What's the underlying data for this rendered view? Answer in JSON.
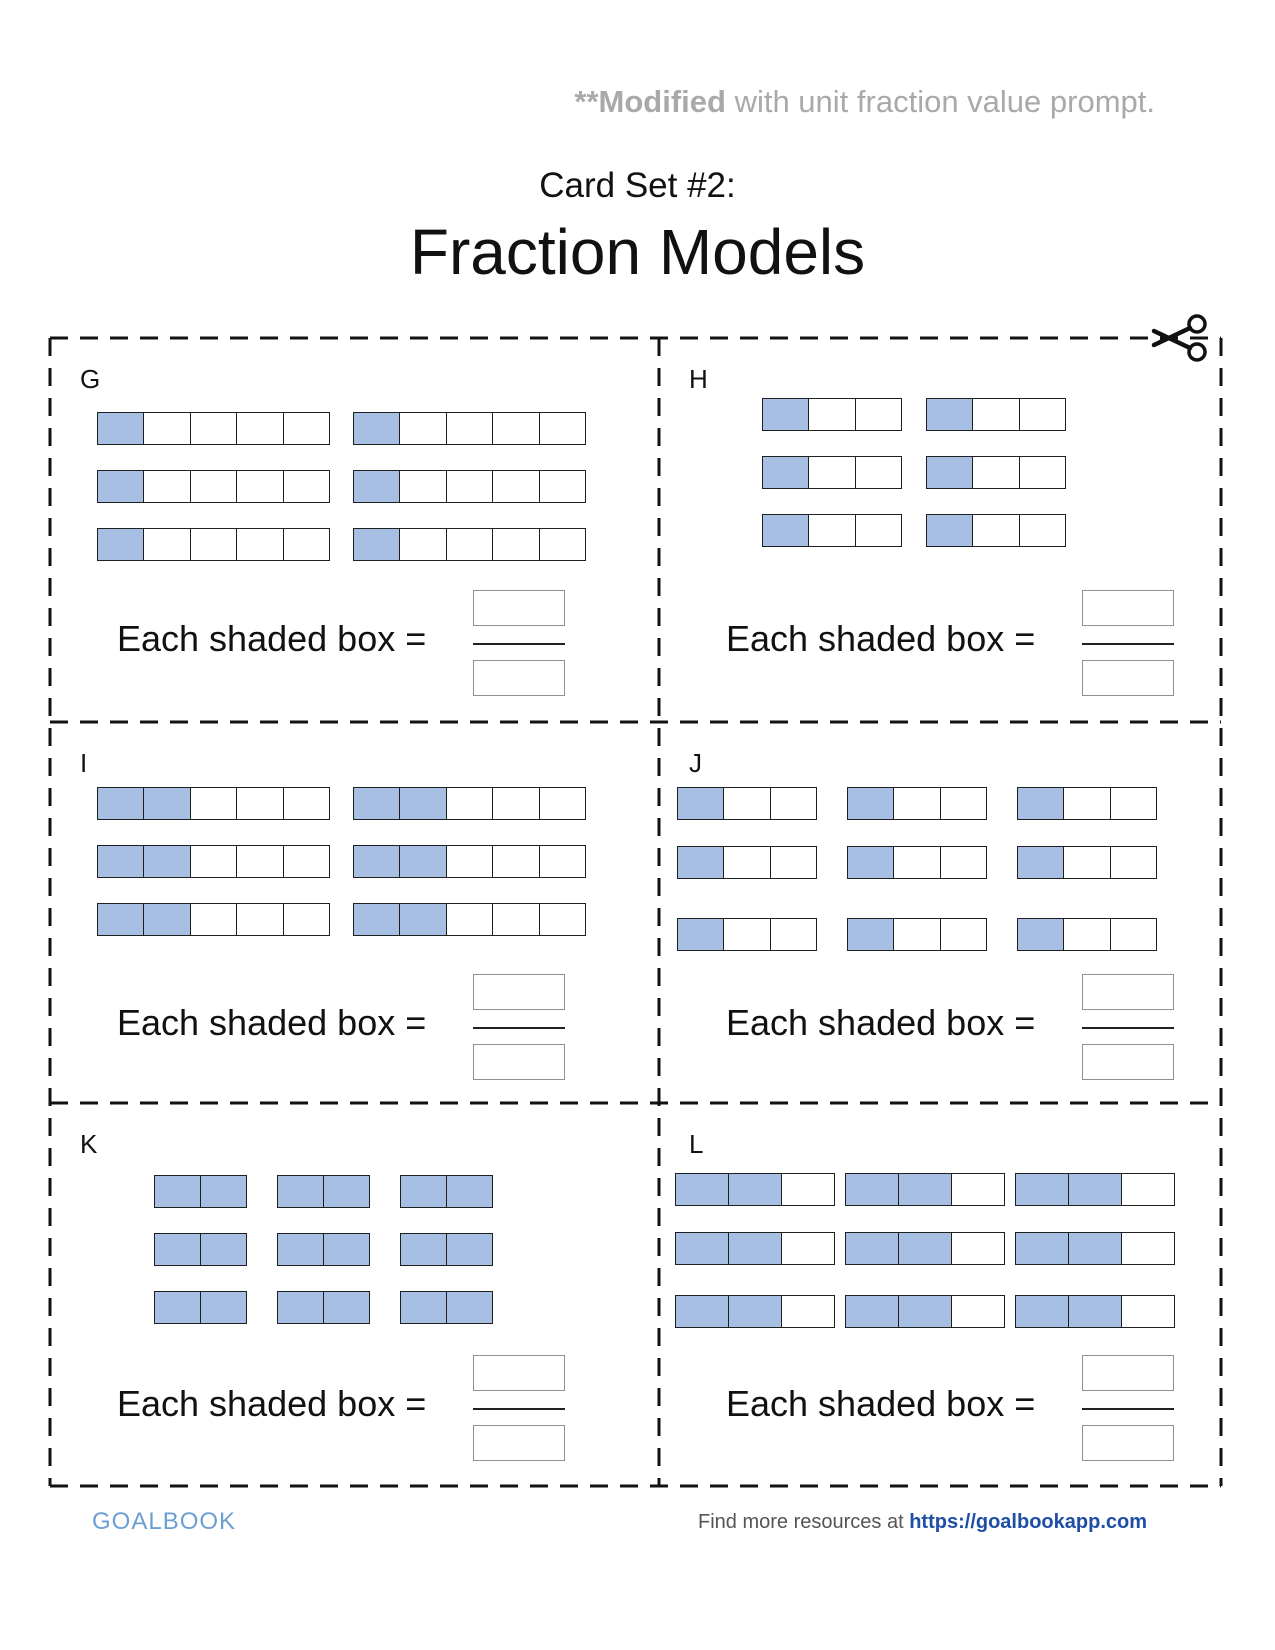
{
  "header": {
    "note_bold": "**Modified",
    "note_rest": " with unit fraction value prompt.",
    "subtitle": "Card Set #2:",
    "title": "Fraction Models"
  },
  "colors": {
    "shaded": "#a7bfe2",
    "border": "#1f1f1f",
    "note": "#a9a9a9",
    "link": "#1f4ea6",
    "logo": "#6b9fd4"
  },
  "icons": {
    "cut_mark": "scissors-icon"
  },
  "answer_prompt": "Each shaded box =",
  "cards": [
    {
      "letter": "G",
      "strip_groups": [
        {
          "count": 6,
          "cells": 5,
          "shaded": 1
        }
      ]
    },
    {
      "letter": "H",
      "strip_groups": [
        {
          "count": 6,
          "cells": 3,
          "shaded": 1
        }
      ]
    },
    {
      "letter": "I",
      "strip_groups": [
        {
          "count": 6,
          "cells": 5,
          "shaded": 2
        }
      ]
    },
    {
      "letter": "J",
      "strip_groups": [
        {
          "count": 9,
          "cells": 3,
          "shaded": 1
        }
      ]
    },
    {
      "letter": "K",
      "strip_groups": [
        {
          "count": 9,
          "cells": 2,
          "shaded": 2
        }
      ]
    },
    {
      "letter": "L",
      "strip_groups": [
        {
          "count": 9,
          "cells": 3,
          "shaded": 2
        }
      ]
    }
  ],
  "footer": {
    "logo": "GOALBOOK",
    "resources_text": "Find more resources at ",
    "link": "https://goalbookapp.com"
  }
}
